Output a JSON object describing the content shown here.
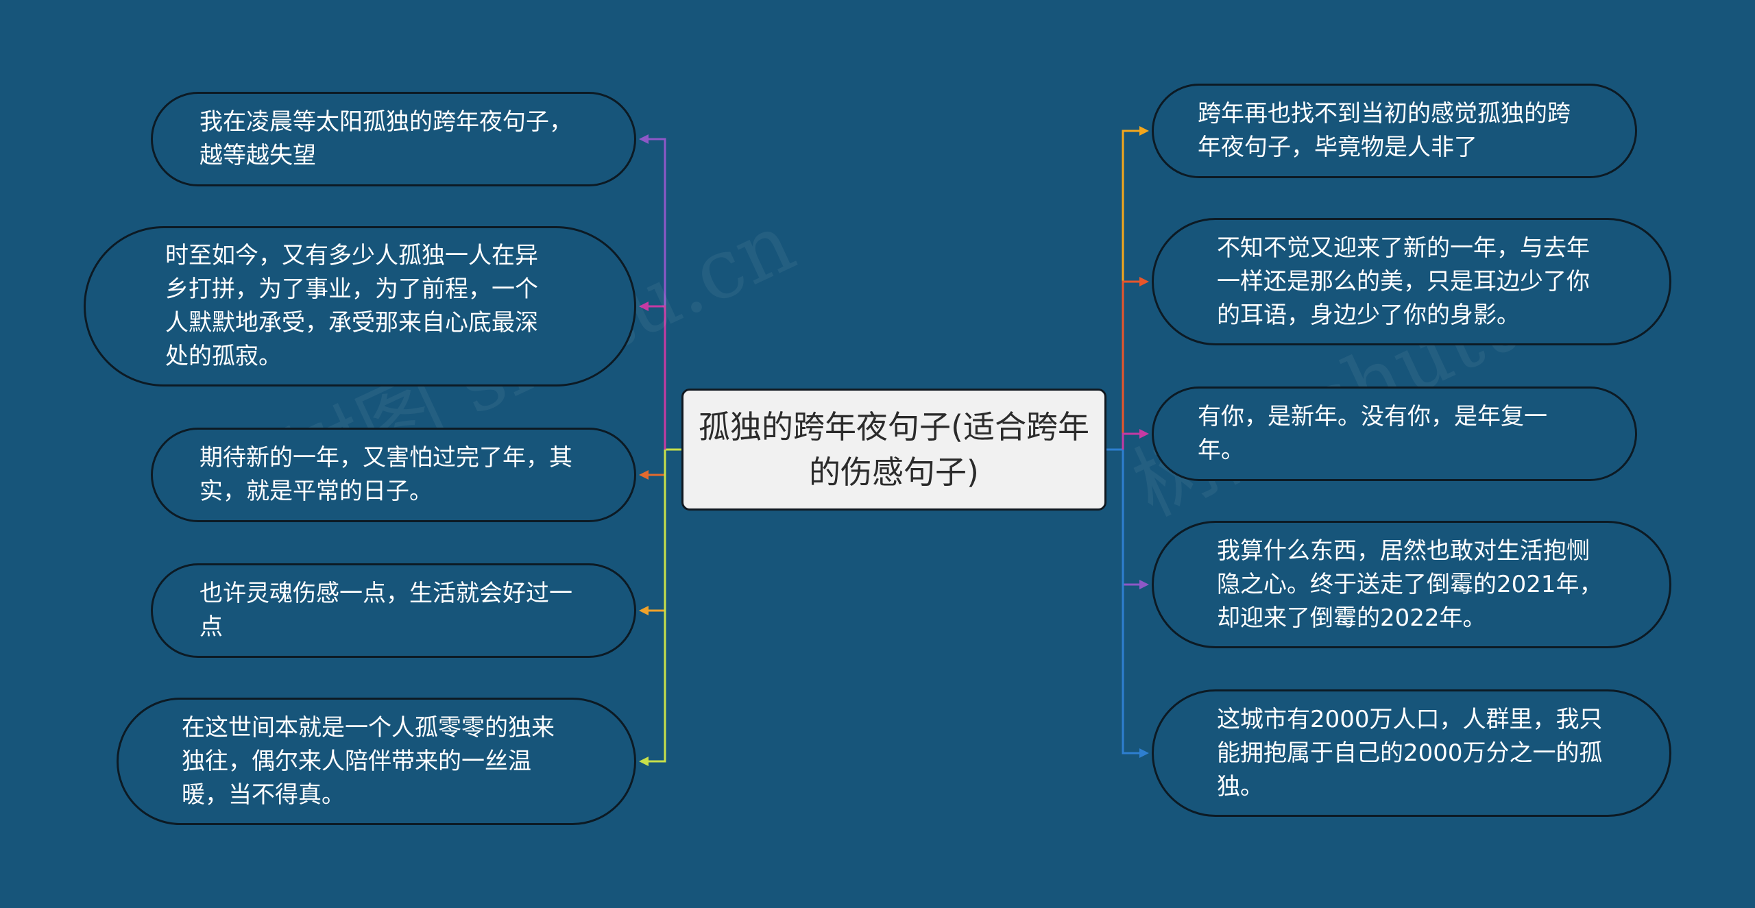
{
  "center": {
    "title": "孤独的跨年夜句子(适合跨年的伤感句子)"
  },
  "left_nodes": [
    {
      "text": "我在凌晨等太阳孤独的跨年夜句子，越等越失望",
      "color": "#8e58c7"
    },
    {
      "text": "时至如今，又有多少人孤独一人在异乡打拼，为了事业，为了前程，一个人默默地承受，承受那来自心底最深处的孤寂。",
      "color": "#c63aa3"
    },
    {
      "text": "期待新的一年，又害怕过完了年，其实，就是平常的日子。",
      "color": "#e36a2e"
    },
    {
      "text": "也许灵魂伤感一点，生活就会好过一点",
      "color": "#f0a22a"
    },
    {
      "text": "在这世间本就是一个人孤零零的独来独往，偶尔来人陪伴带来的一丝温暖，当不得真。",
      "color": "#c8e04a"
    }
  ],
  "right_nodes": [
    {
      "text": "跨年再也找不到当初的感觉孤独的跨年夜句子，毕竟物是人非了",
      "color": "#f4a71c"
    },
    {
      "text": "不知不觉又迎来了新的一年，与去年一样还是那么的美，只是耳边少了你的耳语，身边少了你的身影。",
      "color": "#e8562a"
    },
    {
      "text": "有你，是新年。没有你，是年复一年。",
      "color": "#c63aa3"
    },
    {
      "text": "我算什么东西，居然也敢对生活抱恻隐之心。终于送走了倒霉的2021年，却迎来了倒霉的2022年。",
      "color": "#8e58c7"
    },
    {
      "text": "这城市有2000万人口，人群里，我只能拥抱属于自己的2000万分之一的孤独。",
      "color": "#2e7fd0"
    }
  ]
}
